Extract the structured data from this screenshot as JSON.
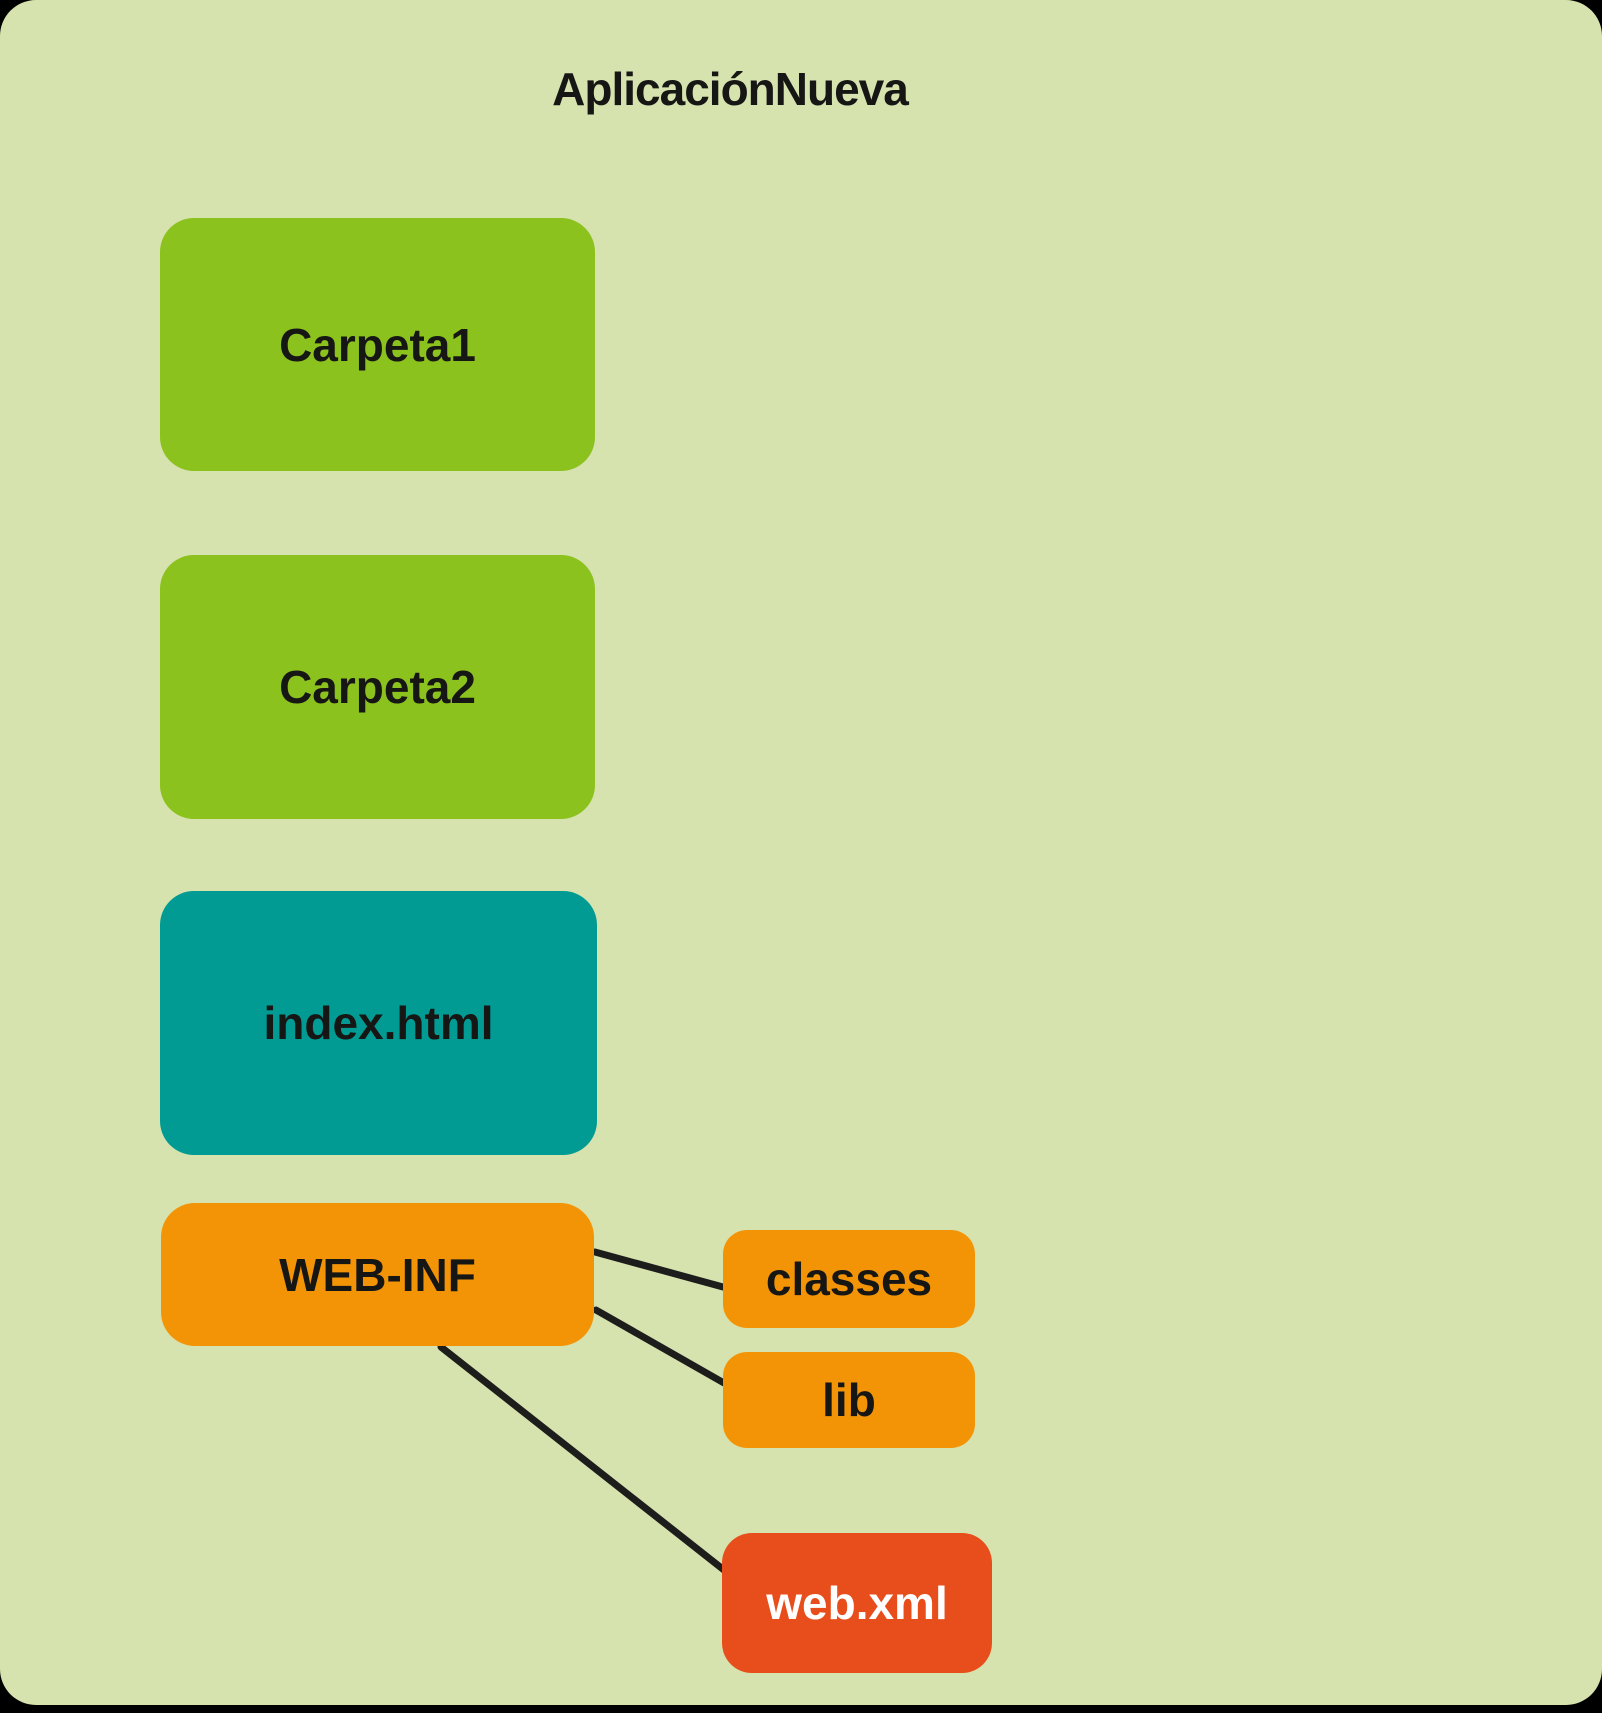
{
  "diagram": {
    "title": "AplicaciónNueva",
    "nodes": {
      "carpeta1": {
        "label": "Carpeta1",
        "type": "folder",
        "color": "#8CC21D"
      },
      "carpeta2": {
        "label": "Carpeta2",
        "type": "folder",
        "color": "#8CC21D"
      },
      "index_html": {
        "label": "index.html",
        "type": "file",
        "color": "#019B94"
      },
      "web_inf": {
        "label": "WEB-INF",
        "type": "folder",
        "color": "#F39406"
      },
      "classes": {
        "label": "classes",
        "type": "folder",
        "color": "#F39406"
      },
      "lib": {
        "label": "lib",
        "type": "folder",
        "color": "#F39406"
      },
      "web_xml": {
        "label": "web.xml",
        "type": "file",
        "color": "#E84E1B"
      }
    },
    "edges": [
      {
        "from": "WEB-INF",
        "to": "classes"
      },
      {
        "from": "WEB-INF",
        "to": "lib"
      },
      {
        "from": "WEB-INF",
        "to": "web.xml"
      }
    ]
  },
  "colors": {
    "background_outer": "#000000",
    "background_panel": "#D7E3AE",
    "folder_green": "#8CC21D",
    "file_teal": "#019B94",
    "folder_orange": "#F39406",
    "file_red": "#E84E1B",
    "edge_line": "#1D1D1B",
    "label_dark": "#161615",
    "label_light": "#FFFFFF"
  }
}
